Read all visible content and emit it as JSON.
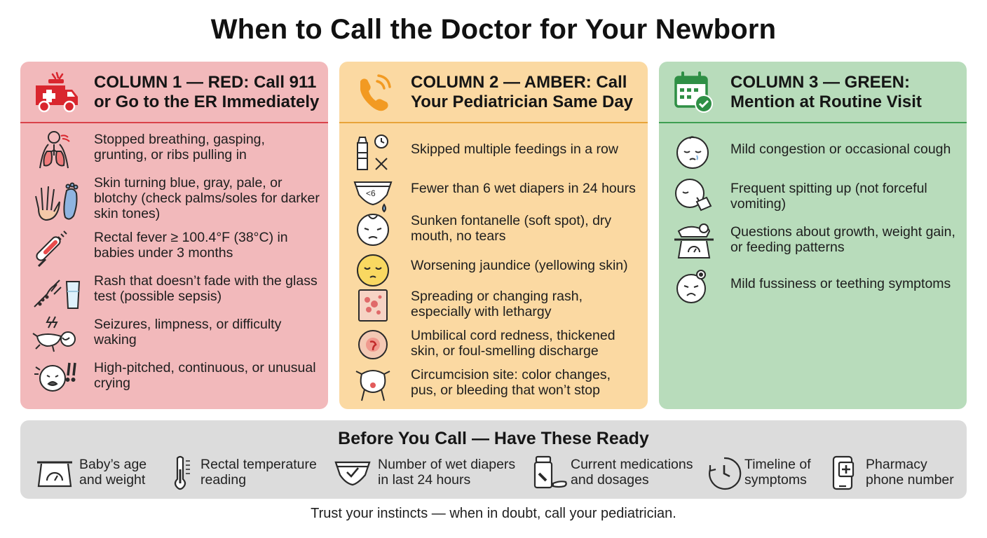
{
  "title": "When to Call the Doctor for Your Newborn",
  "colors": {
    "red_panel": "#f2b9bb",
    "amber_panel": "#fbd9a2",
    "green_panel": "#b8dcbb",
    "red_accent": "#d9424a",
    "amber_accent": "#e8a43a",
    "green_accent": "#3e9e52",
    "bottom_panel": "#dcdcdc"
  },
  "columns": [
    {
      "heading": "COLUMN 1 — RED: Call 911 or Go to the ER Immediately",
      "icon": "ambulance-icon",
      "items": [
        {
          "icon": "lungs-breathing-icon",
          "text": "Stopped breathing, gasping, grunting, or ribs pulling in"
        },
        {
          "icon": "hand-foot-icon",
          "text": "Skin turning blue, gray, pale, or blotchy (check palms/soles for darker skin tones)"
        },
        {
          "icon": "thermometer-icon",
          "text": "Rectal fever ≥ 100.4°F (38°C) in babies under 3 months"
        },
        {
          "icon": "rash-glass-icon",
          "text": "Rash that doesn’t fade with the glass test (possible sepsis)"
        },
        {
          "icon": "limp-baby-icon",
          "text": "Seizures, limpness, or difficulty waking"
        },
        {
          "icon": "crying-baby-icon",
          "text": "High-pitched, continuous, or unusual crying"
        }
      ]
    },
    {
      "heading": "COLUMN 2 — AMBER: Call Your Pediatrician Same Day",
      "icon": "phone-icon",
      "items": [
        {
          "icon": "bottle-clock-icon",
          "text": "Skipped multiple feedings in a row"
        },
        {
          "icon": "diaper-icon",
          "text": "Fewer than 6 wet diapers in 24 hours",
          "badge": "<6"
        },
        {
          "icon": "baby-face-icon",
          "text": "Sunken fontanelle (soft spot), dry mouth, no tears"
        },
        {
          "icon": "jaundice-face-icon",
          "text": "Worsening jaundice (yellowing skin)"
        },
        {
          "icon": "rash-patch-icon",
          "text": "Spreading or changing rash, especially with lethargy"
        },
        {
          "icon": "umbilical-cord-icon",
          "text": "Umbilical cord redness, thickened skin, or foul-smelling discharge"
        },
        {
          "icon": "circumcision-icon",
          "text": "Circumcision site: color changes, pus, or bleeding that won’t stop"
        }
      ]
    },
    {
      "heading": "COLUMN 3 — GREEN: Mention at Routine Visit",
      "icon": "calendar-check-icon",
      "items": [
        {
          "icon": "congested-baby-icon",
          "text": "Mild congestion or occasional cough"
        },
        {
          "icon": "spit-up-baby-icon",
          "text": "Frequent spitting up (not forceful vomiting)"
        },
        {
          "icon": "baby-scale-icon",
          "text": "Questions about growth, weight gain, or feeding patterns"
        },
        {
          "icon": "fussy-baby-icon",
          "text": "Mild fussiness or teething symptoms"
        }
      ]
    }
  ],
  "before_you_call": {
    "title": "Before You Call — Have These Ready",
    "items": [
      {
        "icon": "scale-icon",
        "line1": "Baby’s age",
        "line2": "and weight"
      },
      {
        "icon": "thermometer-icon",
        "line1": "Rectal temperature",
        "line2": "reading"
      },
      {
        "icon": "diaper-check-icon",
        "line1": "Number of wet diapers",
        "line2": "in last 24 hours"
      },
      {
        "icon": "medicine-bottle-icon",
        "line1": "Current medications",
        "line2": "and dosages"
      },
      {
        "icon": "clock-icon",
        "line1": "Timeline of",
        "line2": "symptoms"
      },
      {
        "icon": "pharmacy-phone-icon",
        "line1": "Pharmacy",
        "line2": "phone number"
      }
    ]
  },
  "footer": "Trust your instincts — when in doubt, call your pediatrician."
}
